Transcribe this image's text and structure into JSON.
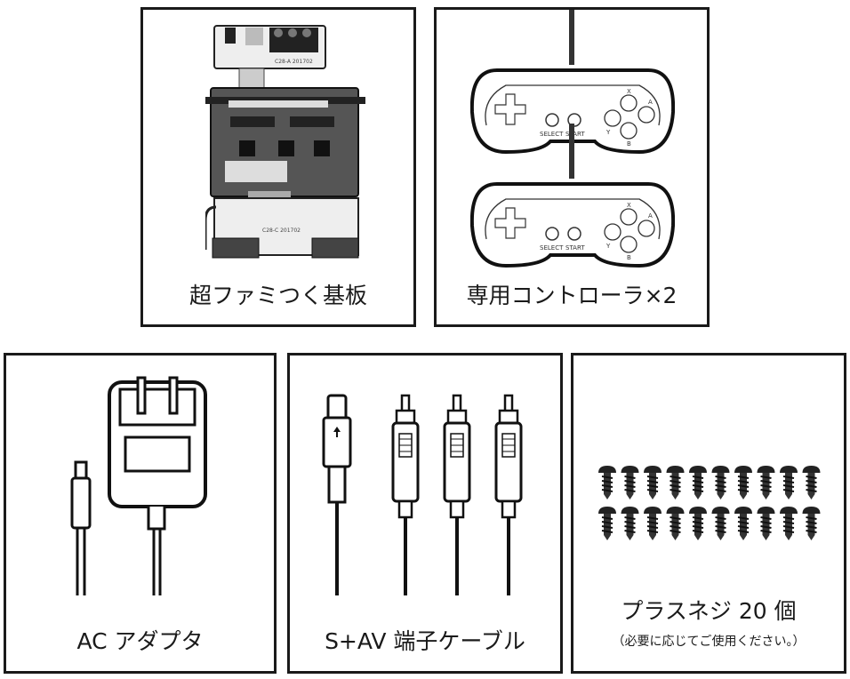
{
  "items": [
    {
      "label": "超ファミつく基板",
      "board_text_top": "C28-A   201702",
      "board_text_bottom": "C28-C   201702"
    },
    {
      "label": "専用コントローラ×2",
      "buttons": {
        "select": "SELECT",
        "start": "START",
        "x": "X",
        "y": "Y",
        "a": "A",
        "b": "B"
      }
    },
    {
      "label": "AC アダプタ"
    },
    {
      "label": "S+AV 端子ケーブル"
    },
    {
      "label": "プラスネジ 20 個",
      "note": "（必要に応じてご使用ください。）",
      "screw_count": 20
    }
  ]
}
